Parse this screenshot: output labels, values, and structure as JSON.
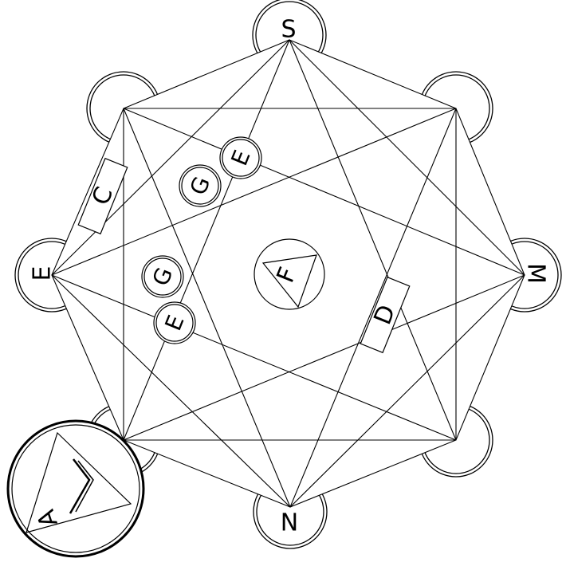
{
  "labels": {
    "top": "S",
    "right": "M",
    "bottom": "N",
    "left": "E",
    "center": "F",
    "inset": "A",
    "box_left": "C",
    "box_right": "D",
    "circle_g_upper": "G",
    "circle_e_upper": "E",
    "circle_g_lower": "G",
    "circle_e_lower": "E"
  },
  "colors": {
    "stroke": "#000000",
    "background": "#ffffff"
  }
}
